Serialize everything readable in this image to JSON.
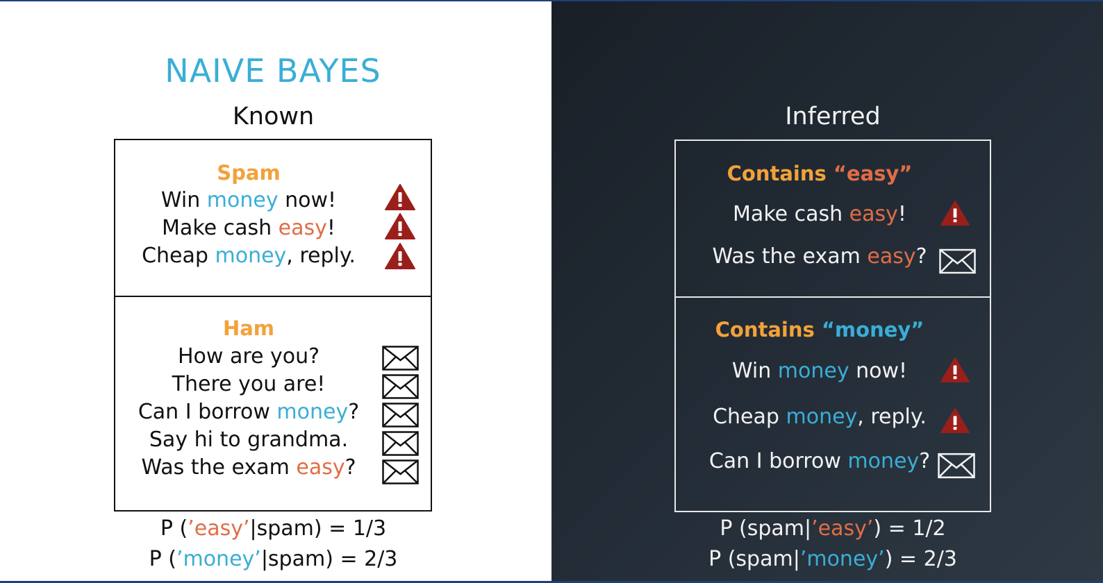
{
  "title": "NAIVE BAYES",
  "known": {
    "heading": "Known",
    "spam": {
      "title": "Spam",
      "rows": [
        {
          "pre": "Win ",
          "word": "money",
          "post": " now!",
          "icon": "warning-icon"
        },
        {
          "pre": "Make cash ",
          "word": "easy",
          "post": "!",
          "icon": "warning-icon"
        },
        {
          "pre": "Cheap ",
          "word": "money",
          "post": ", reply.",
          "icon": "warning-icon"
        }
      ]
    },
    "ham": {
      "title": "Ham",
      "rows": [
        {
          "pre": "How are you?",
          "word": "",
          "post": "",
          "icon": "envelope-icon"
        },
        {
          "pre": "There you are!",
          "word": "",
          "post": "",
          "icon": "envelope-icon"
        },
        {
          "pre": "Can I borrow ",
          "word": "money",
          "post": "?",
          "icon": "envelope-icon"
        },
        {
          "pre": "Say hi to grandma.",
          "word": "",
          "post": "",
          "icon": "envelope-icon"
        },
        {
          "pre": "Was the exam ",
          "word": "easy",
          "post": "?",
          "icon": "envelope-icon"
        }
      ]
    },
    "formulas": [
      {
        "pre": "P (",
        "word": "’easy’",
        "post": "|spam) = 1/3"
      },
      {
        "pre": "P (",
        "word": "’money’",
        "post": "|spam) = 2/3"
      }
    ]
  },
  "inferred": {
    "heading": "Inferred",
    "easy": {
      "title_pre": "Contains ",
      "title_word": "“easy”",
      "rows": [
        {
          "pre": "Make cash ",
          "word": "easy",
          "post": "!",
          "icon": "warning-icon"
        },
        {
          "pre": "Was the exam ",
          "word": "easy",
          "post": "?",
          "icon": "envelope-icon"
        }
      ]
    },
    "money": {
      "title_pre": "Contains ",
      "title_word": "“money”",
      "rows": [
        {
          "pre": "Win ",
          "word": "money",
          "post": " now!",
          "icon": "warning-icon"
        },
        {
          "pre": "Cheap ",
          "word": "money",
          "post": ", reply.",
          "icon": "warning-icon"
        },
        {
          "pre": "Can I borrow ",
          "word": "money",
          "post": "?",
          "icon": "envelope-icon"
        }
      ]
    },
    "formulas": [
      {
        "pre": "P (spam|",
        "word": "’easy’",
        "post": ") = 1/2"
      },
      {
        "pre": "P (spam|",
        "word": "’money’",
        "post": ") = 2/3"
      }
    ]
  },
  "colors": {
    "title": "#3aaed6",
    "keyword_money": "#3aaed6",
    "keyword_easy": "#e16d45",
    "section_title": "#f2a23a",
    "warning": "#9a1f1b",
    "dark_bg": "#1f2730"
  }
}
